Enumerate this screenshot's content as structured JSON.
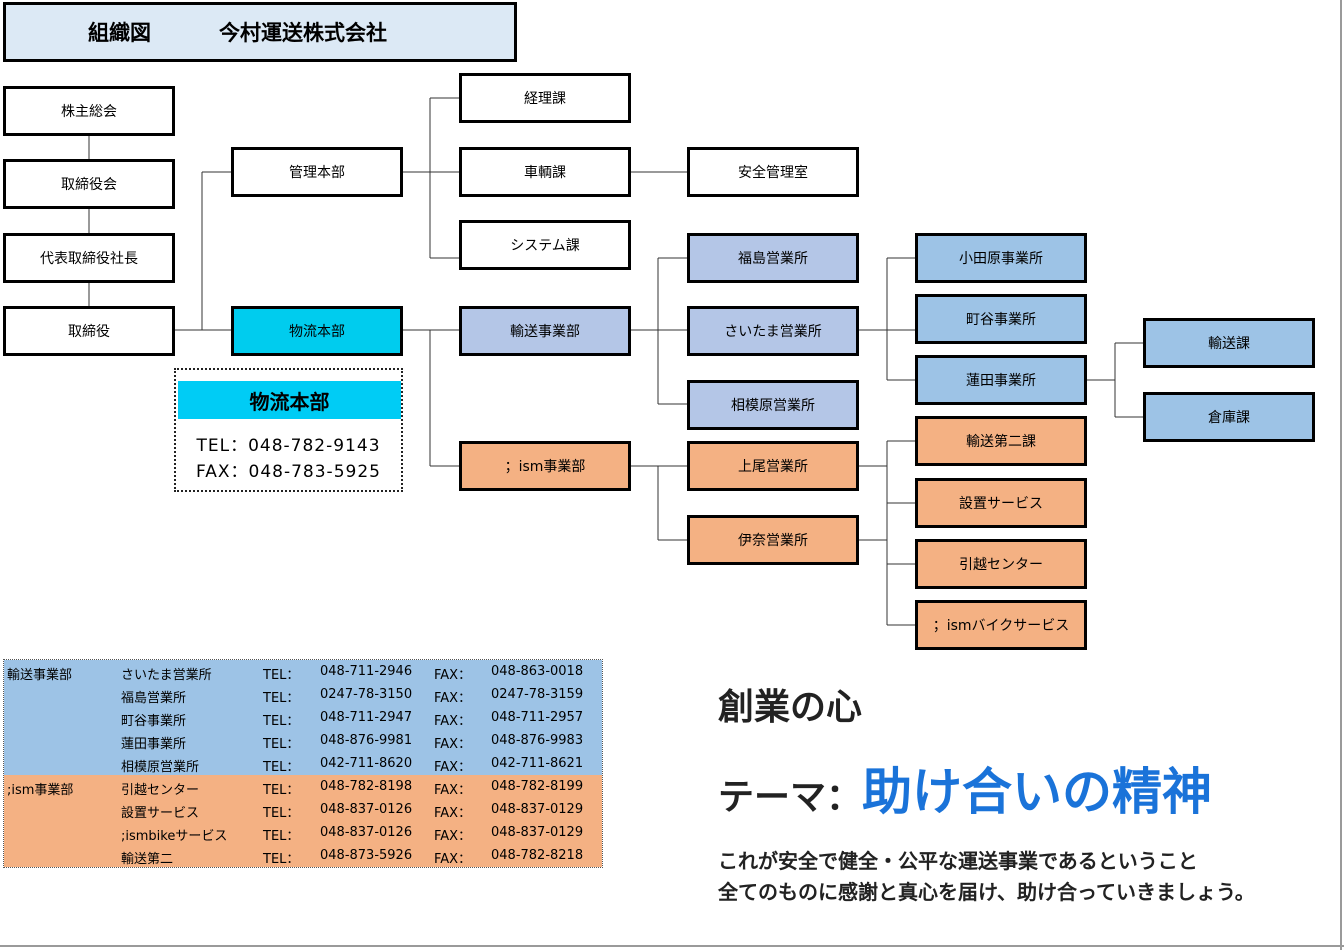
{
  "header": {
    "label": "組織図",
    "company": "今村運送株式会社"
  },
  "org": {
    "shareholders": "株主総会",
    "board": "取締役会",
    "president": "代表取締役社長",
    "director": "取締役",
    "admin_hq": "管理本部",
    "logistics_hq": "物流本部",
    "accounting": "経理課",
    "vehicle": "車輌課",
    "system": "システム課",
    "safety": "安全管理室",
    "transport_div": "輸送事業部",
    "ism_div": "；ism事業部",
    "fukushima": "福島営業所",
    "saitama": "さいたま営業所",
    "sagamihara": "相模原営業所",
    "ageo": "上尾営業所",
    "ina": "伊奈営業所",
    "odawara": "小田原事業所",
    "machiya": "町谷事業所",
    "hasuda": "蓮田事業所",
    "transport_sec": "輸送課",
    "warehouse_sec": "倉庫課",
    "transport2": "輸送第二課",
    "install": "設置サービス",
    "moving": "引越センター",
    "bike": "；ismバイクサービス"
  },
  "contact": {
    "title": "物流本部",
    "tel": "TEL：048-782-9143",
    "fax": "FAX：048-783-5925"
  },
  "directory": [
    {
      "dept": "輸送事業部",
      "name": "さいたま営業所",
      "tel_label": "TEL：",
      "tel": "048-711-2946",
      "fax_label": "FAX：",
      "fax": "048-863-0018",
      "group": "b"
    },
    {
      "dept": "",
      "name": "福島営業所",
      "tel_label": "TEL：",
      "tel": "0247-78-3150",
      "fax_label": "FAX：",
      "fax": "0247-78-3159",
      "group": "b"
    },
    {
      "dept": "",
      "name": "町谷事業所",
      "tel_label": "TEL：",
      "tel": "048-711-2947",
      "fax_label": "FAX：",
      "fax": "048-711-2957",
      "group": "b"
    },
    {
      "dept": "",
      "name": "蓮田事業所",
      "tel_label": "TEL：",
      "tel": "048-876-9981",
      "fax_label": "FAX：",
      "fax": "048-876-9983",
      "group": "b"
    },
    {
      "dept": "",
      "name": "相模原営業所",
      "tel_label": "TEL：",
      "tel": "042-711-8620",
      "fax_label": "FAX：",
      "fax": "042-711-8621",
      "group": "b"
    },
    {
      "dept": ";ism事業部",
      "name": "引越センター",
      "tel_label": "TEL：",
      "tel": "048-782-8198",
      "fax_label": "FAX：",
      "fax": "048-782-8199",
      "group": "o"
    },
    {
      "dept": "",
      "name": "設置サービス",
      "tel_label": "TEL：",
      "tel": "048-837-0126",
      "fax_label": "FAX：",
      "fax": "048-837-0129",
      "group": "o"
    },
    {
      "dept": "",
      "name": ";ismbikeサービス",
      "tel_label": "TEL：",
      "tel": "048-837-0126",
      "fax_label": "FAX：",
      "fax": "048-837-0129",
      "group": "o"
    },
    {
      "dept": "",
      "name": "輸送第二",
      "tel_label": "TEL：",
      "tel": "048-873-5926",
      "fax_label": "FAX：",
      "fax": "048-782-8218",
      "group": "o"
    }
  ],
  "motto": {
    "heading": "創業の心",
    "theme_label": "テーマ：",
    "theme_value": "助け合いの精神",
    "line1": "これが安全で健全・公平な運送事業であるということ",
    "line2": "全てのものに感謝と真心を届け、助け合っていきましょう。"
  }
}
